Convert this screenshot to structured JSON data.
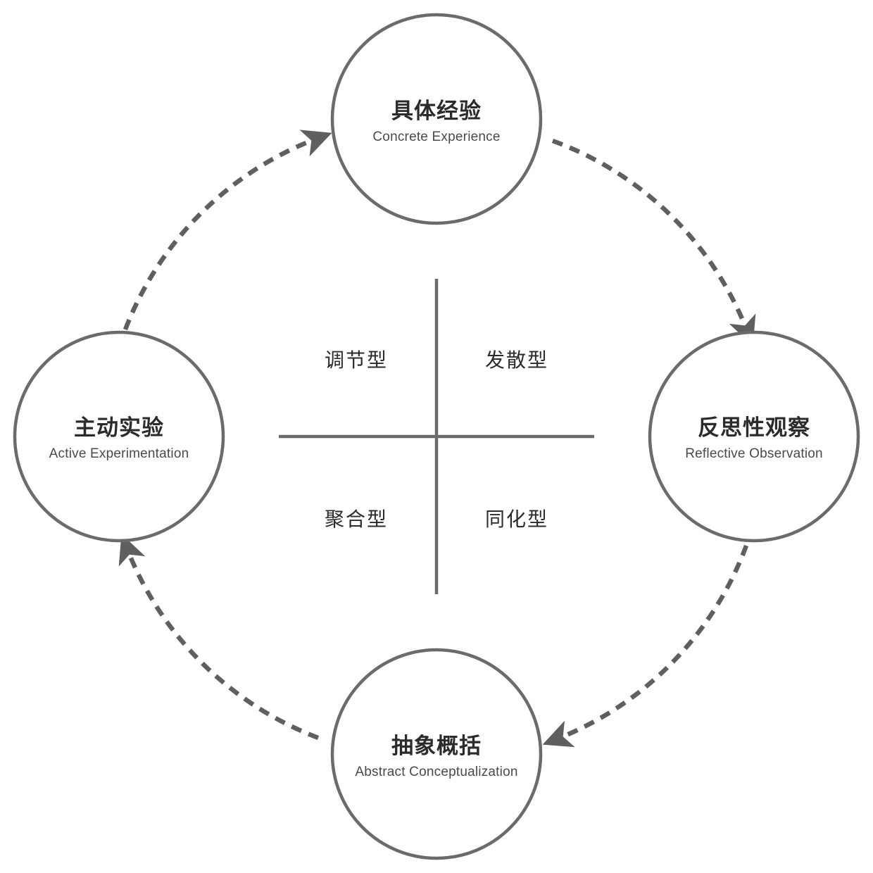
{
  "diagram": {
    "type": "cycle-with-quadrants",
    "background_color": "#ffffff",
    "circle_stroke_color": "#6b6b6b",
    "arc_stroke_color": "#5f5f5f",
    "axis_color": "#6b6b6b",
    "text_color": "#2b2b2b",
    "subtext_color": "#4a4a4a"
  },
  "nodes": [
    {
      "id": "concrete-experience",
      "zh": "具体经验",
      "en": "Concrete Experience",
      "position": "top"
    },
    {
      "id": "reflective-observation",
      "zh": "反思性观察",
      "en": "Reflective Observation",
      "position": "right"
    },
    {
      "id": "abstract-conceptualization",
      "zh": "抽象概括",
      "en": "Abstract Conceptualization",
      "position": "bottom"
    },
    {
      "id": "active-experimentation",
      "zh": "主动实验",
      "en": "Active Experimentation",
      "position": "left"
    }
  ],
  "quadrants": [
    {
      "id": "accommodating",
      "zh": "调节型",
      "position": "top-left"
    },
    {
      "id": "diverging",
      "zh": "发散型",
      "position": "top-right"
    },
    {
      "id": "converging",
      "zh": "聚合型",
      "position": "bottom-left"
    },
    {
      "id": "assimilating",
      "zh": "同化型",
      "position": "bottom-right"
    }
  ],
  "arrows": [
    {
      "id": "ce-to-ro",
      "from": "concrete-experience",
      "to": "reflective-observation",
      "style": "dashed"
    },
    {
      "id": "ro-to-ac",
      "from": "reflective-observation",
      "to": "abstract-conceptualization",
      "style": "dashed"
    },
    {
      "id": "ac-to-ae",
      "from": "abstract-conceptualization",
      "to": "active-experimentation",
      "style": "dashed"
    },
    {
      "id": "ae-to-ce",
      "from": "active-experimentation",
      "to": "concrete-experience",
      "style": "dashed"
    }
  ]
}
